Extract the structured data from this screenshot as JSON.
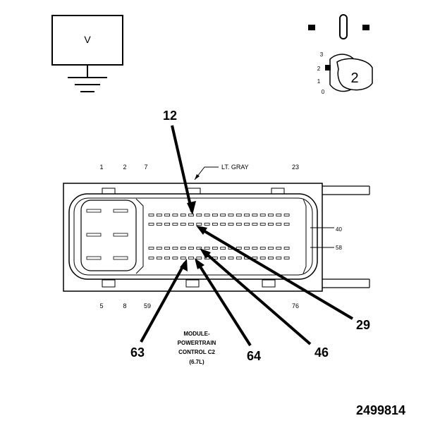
{
  "meter": {
    "symbol": "V"
  },
  "dial": {
    "positions": [
      "3",
      "2",
      "1",
      "0"
    ],
    "setting": "2"
  },
  "connector": {
    "color_label": "LT. GRAY",
    "top_pin_labels": [
      "1",
      "2",
      "7",
      "23"
    ],
    "bottom_pin_labels": [
      "5",
      "8",
      "59",
      "76"
    ],
    "row_labels": [
      "40",
      "58"
    ],
    "module_label": [
      "MODULE-",
      "POWERTRAIN",
      "CONTROL C2",
      "(6.7L)"
    ]
  },
  "callouts": [
    "12",
    "29",
    "63",
    "64",
    "46"
  ],
  "figure_number": "2499814"
}
